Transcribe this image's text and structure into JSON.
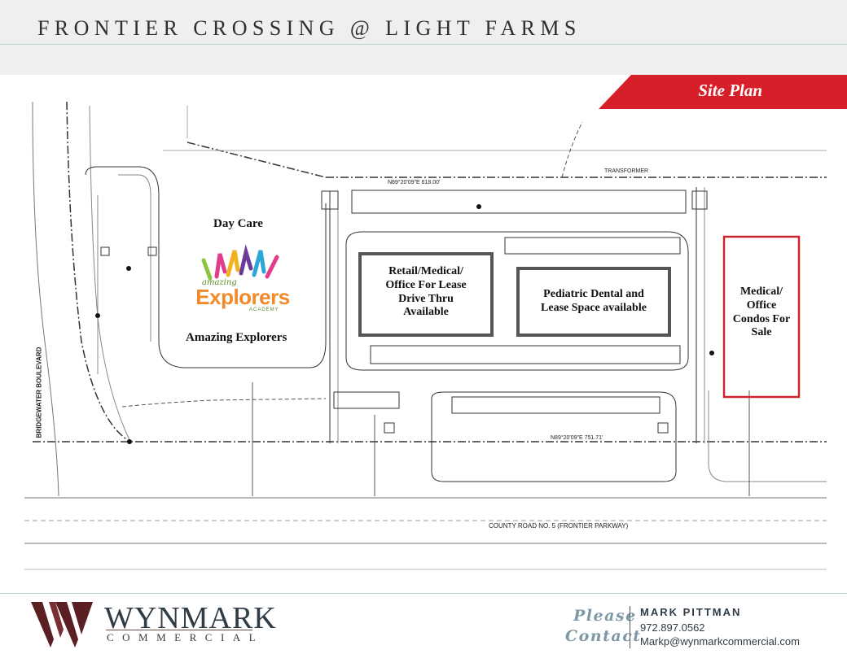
{
  "header": {
    "title": "FRONTIER CROSSING @ LIGHT FARMS"
  },
  "banner": {
    "label": "Site Plan"
  },
  "colors": {
    "accent_red": "#d71f2a",
    "brand_dark": "#2f3b45",
    "brand_maroon": "#5a1f22",
    "contact_blue": "#7f98a8"
  },
  "site": {
    "day_care_label": "Day Care",
    "school_name": "Amazing Explorers",
    "logo": {
      "small": "amazing",
      "main": "Explorers",
      "tag": "ACADEMY"
    },
    "retail_label": "Retail/Medical/\nOffice  For Lease\nDrive Thru\nAvailable",
    "pediatric_label": "Pediatric Dental and\nLease Space available",
    "condos_label": "Medical/\nOffice\nCondos For\nSale",
    "roads": {
      "county_road": "COUNTY ROAD NO. 5 (FRONTIER PARKWAY)",
      "boulevard": "BRIDGEWATER BOULEVARD",
      "north_bearing": "N89°20'09\"E 618.00'",
      "south_bearing": "N89°20'09\"E 751.71'",
      "transformer": "TRANSFORMER"
    }
  },
  "footer": {
    "brand": "WYNMARK",
    "brand_sub": "COMMERCIAL",
    "please": "Please",
    "contact": "Contact",
    "contact_name": "MARK PITTMAN",
    "phone": "972.897.0562",
    "email": "Markp@wynmarkcommercial.com"
  }
}
